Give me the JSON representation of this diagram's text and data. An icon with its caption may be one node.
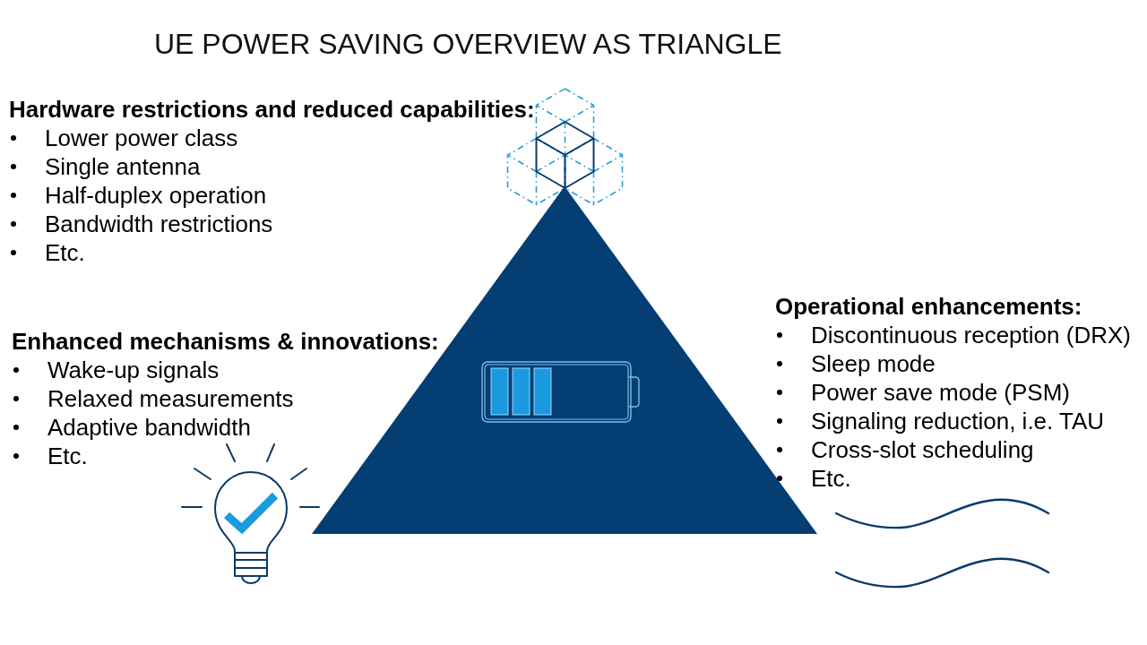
{
  "diagram": {
    "title": "UE POWER SAVING OVERVIEW AS TRIANGLE",
    "labels": [
      "Hardware restrictions and reduced capabilities:",
      "Lower power class",
      "Single antenna",
      "Half-duplex operation",
      "Bandwidth restrictions",
      "Etc.",
      "Enhanced mechanisms & innovations:",
      "Wake-up signals",
      "Relaxed measurements",
      "Adaptive bandwidth",
      "Etc.",
      "Operational enhancements:",
      "Discontinuous reception (DRX)",
      "Sleep mode",
      "Power save mode (PSM)",
      "Signaling reduction, i.e. TAU",
      "Cross-slot scheduling",
      "Etc."
    ]
  }
}
